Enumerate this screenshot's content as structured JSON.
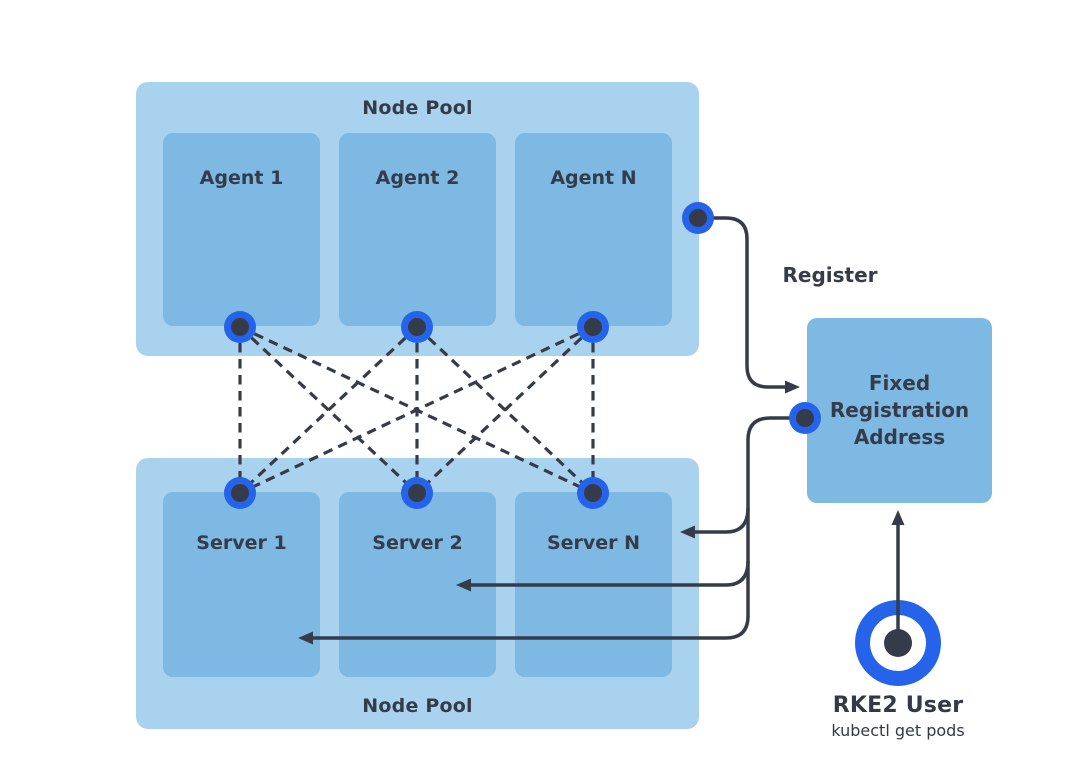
{
  "diagram": {
    "top_pool": {
      "title": "Node Pool",
      "nodes": [
        "Agent 1",
        "Agent 2",
        "Agent N"
      ]
    },
    "bottom_pool": {
      "title": "Node Pool",
      "nodes": [
        "Server 1",
        "Server 2",
        "Server N"
      ]
    },
    "register_label": "Register",
    "fixed_registration_address": {
      "lines": [
        "Fixed",
        "Registration",
        "Address"
      ]
    },
    "user": {
      "name": "RKE2 User",
      "command": "kubectl get pods"
    },
    "icons": {
      "connector_dot": "blue-ring-dark-center-dot",
      "user_icon": "concentric-target-circle",
      "arrowhead": "solid-triangle"
    },
    "colors": {
      "background": "#FFFFFF",
      "pool_fill": "#A9D2EE",
      "node_fill": "#7DB9E2",
      "accent_blue": "#2563EB",
      "ink": "#363B4A"
    }
  }
}
